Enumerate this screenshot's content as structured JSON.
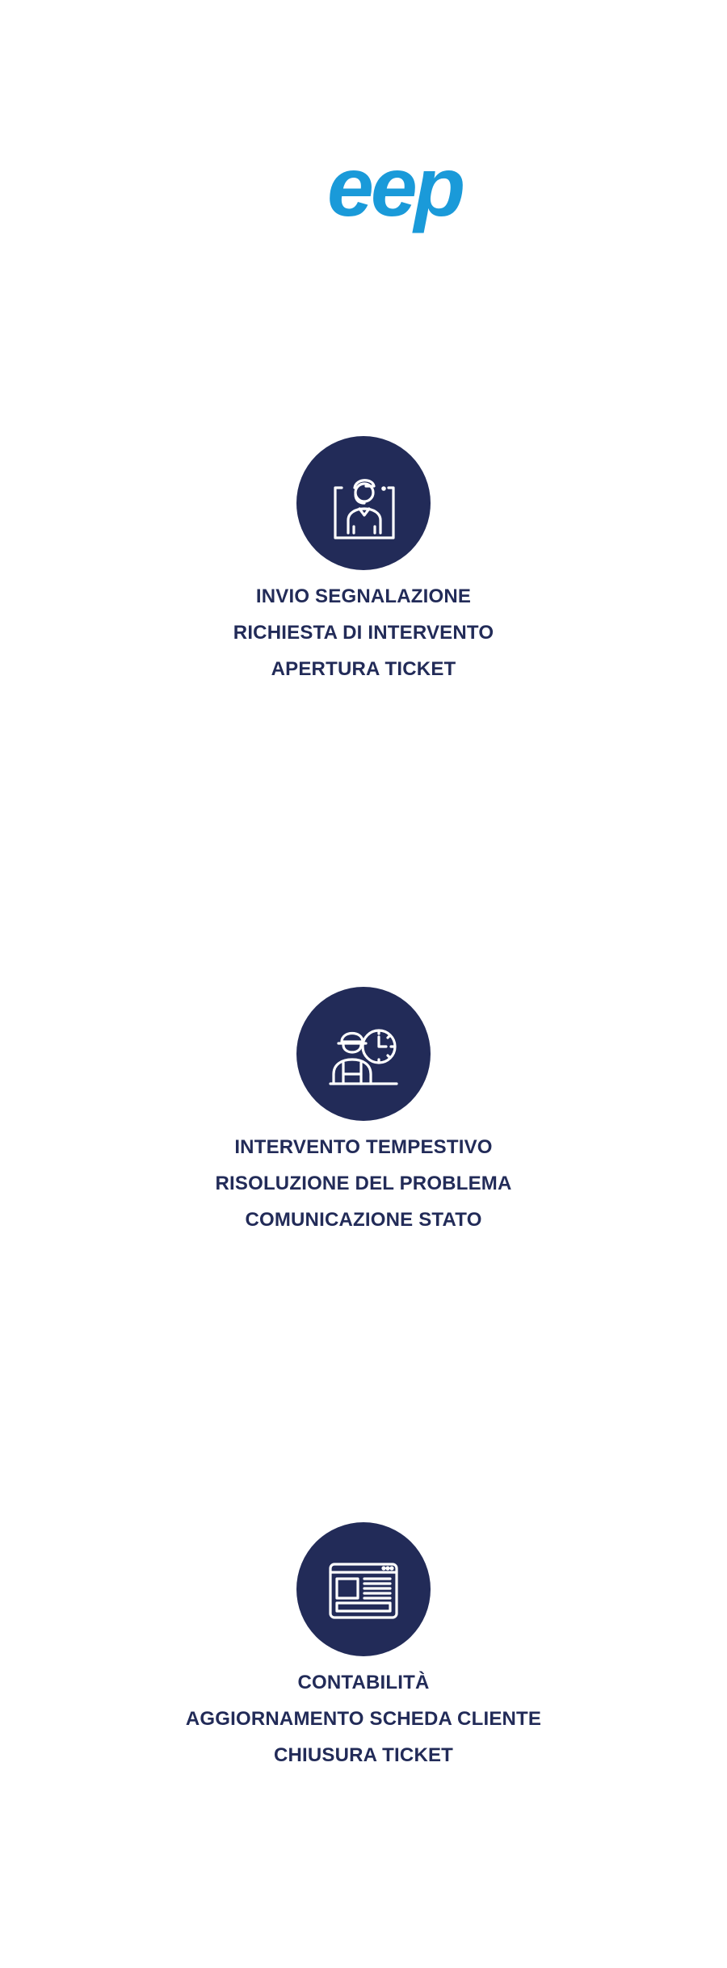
{
  "brand": {
    "logo_text": "eep",
    "logo_color": "#1a9ad9"
  },
  "colors": {
    "primary": "#222b58",
    "background": "#ffffff"
  },
  "steps": [
    {
      "icon": "support-operator-icon",
      "lines": [
        "INVIO SEGNALAZIONE",
        "RICHIESTA DI INTERVENTO",
        "APERTURA TICKET"
      ]
    },
    {
      "icon": "technician-clock-icon",
      "lines": [
        "INTERVENTO TEMPESTIVO",
        "RISOLUZIONE DEL  PROBLEMA",
        "COMUNICAZIONE STATO"
      ]
    },
    {
      "icon": "browser-window-icon",
      "lines": [
        "CONTABILITÀ",
        "AGGIORNAMENTO SCHEDA CLIENTE",
        "CHIUSURA TICKET"
      ]
    }
  ]
}
